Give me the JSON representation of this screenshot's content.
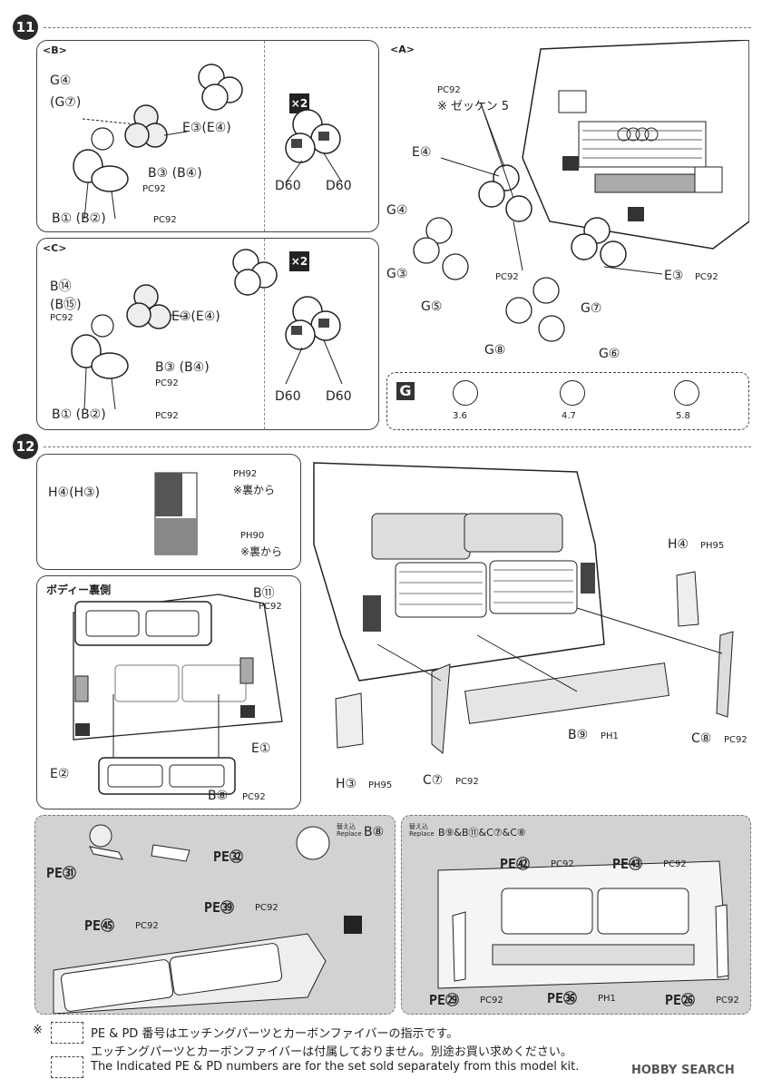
{
  "step11": {
    "number": "11",
    "panel_b": {
      "tag": "<B>",
      "x2": "×2",
      "g4": "G④",
      "g7": "(G⑦)",
      "e3e4": "E③(E④)",
      "b3b4": "B③ (B④)",
      "pc92a": "PC92",
      "b1b2": "B① (B②)",
      "pc92b": "PC92",
      "d60a": "D60",
      "d60b": "D60"
    },
    "panel_c": {
      "tag": "<C>",
      "x2": "×2",
      "b14": "B⑭",
      "b15": "(B⑮)",
      "pc92": "PC92",
      "e3e4": "E③(E④)",
      "b3b4": "B③ (B④)",
      "pc92a": "PC92",
      "b1b2": "B① (B②)",
      "pc92b": "PC92",
      "d60a": "D60",
      "d60b": "D60"
    },
    "panel_a": {
      "tag": "<A>",
      "pc92_top": "PC92",
      "note": "※ ゼッケン 5",
      "e4": "E④",
      "g4": "G④",
      "g3": "G③",
      "g5": "G⑤",
      "pc92_mid": "PC92",
      "e3": "E③",
      "e3_pc": "PC92",
      "g7": "G⑦",
      "g8": "G⑧",
      "g6": "G⑥"
    },
    "g_legend": {
      "letter": "G",
      "sizes": [
        "3.6",
        "4.7",
        "5.8"
      ]
    }
  },
  "step12": {
    "number": "12",
    "h_panel": {
      "label": "H④(H③)",
      "ph92": "PH92",
      "note1": "※裏から",
      "ph90": "PH90",
      "note2": "※裏から"
    },
    "body_panel": {
      "title": "ボディー裏側",
      "b11": "B⑪",
      "b11_pc": "PC92",
      "e2": "E②",
      "e1": "E①",
      "b8": "B⑧",
      "b8_pc": "PC92"
    },
    "main": {
      "h4": "H④",
      "h4_ph": "PH95",
      "b9": "B⑨",
      "b9_ph": "PH1",
      "c8": "C⑧",
      "c8_pc": "PC92",
      "h3": "H③",
      "h3_ph": "PH95",
      "c7": "C⑦",
      "c7_pc": "PC92"
    },
    "pe_left": {
      "replace_tag": "替え込 Replace",
      "replace_part": "B⑧",
      "pe31": "PE㉛",
      "pe32": "PE㉜",
      "pe54": "PE㊴",
      "pe54_pc": "PC92",
      "pe55": "PE㊺",
      "pe55_pc": "PC92"
    },
    "pe_right": {
      "replace_tag": "替え込 Replace",
      "replace_parts": "B⑨&B⑪&C⑦&C⑧",
      "pe52": "PE㊷",
      "pe52_pc": "PC92",
      "pe53": "PE㊸",
      "pe53_pc": "PC92",
      "pe29": "PE㉙",
      "pe29_pc": "PC92",
      "pe36": "PE㊱",
      "pe36_ph": "PH1",
      "pe26": "PE㉖",
      "pe26_pc": "PC92"
    }
  },
  "footer": {
    "mark": "※",
    "line1": "PE & PD 番号はエッチングパーツとカーボンファイバーの指示です。",
    "line2": "エッチングパーツとカーボンファイバーは付属しておりません。別途お買い求めください。",
    "line3": "The Indicated PE & PD numbers are for the set sold separately from this model kit.",
    "brand": "HOBBY SEARCH"
  }
}
